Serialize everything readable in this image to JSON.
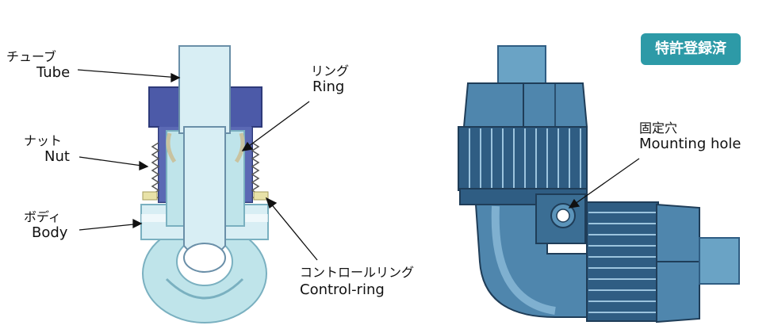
{
  "badge": "特許登録済",
  "labels": {
    "tube": {
      "jp": "チューブ",
      "en": "Tube"
    },
    "ring": {
      "jp": "リング",
      "en": "Ring"
    },
    "nut": {
      "jp": "ナット",
      "en": "Nut"
    },
    "body": {
      "jp": "ボディ",
      "en": "Body"
    },
    "control": {
      "jp": "コントロールリング",
      "en": "Control-ring"
    },
    "hole": {
      "jp": "固定穴",
      "en": "Mounting hole"
    }
  },
  "colors": {
    "nut_blue": "#4c5aa8",
    "body_light": "#bfe4ea",
    "tube_light": "#d8eef4",
    "fitting_dark": "#2f5d83",
    "fitting_mid": "#4f86ad",
    "badge": "#2d9aa7"
  }
}
